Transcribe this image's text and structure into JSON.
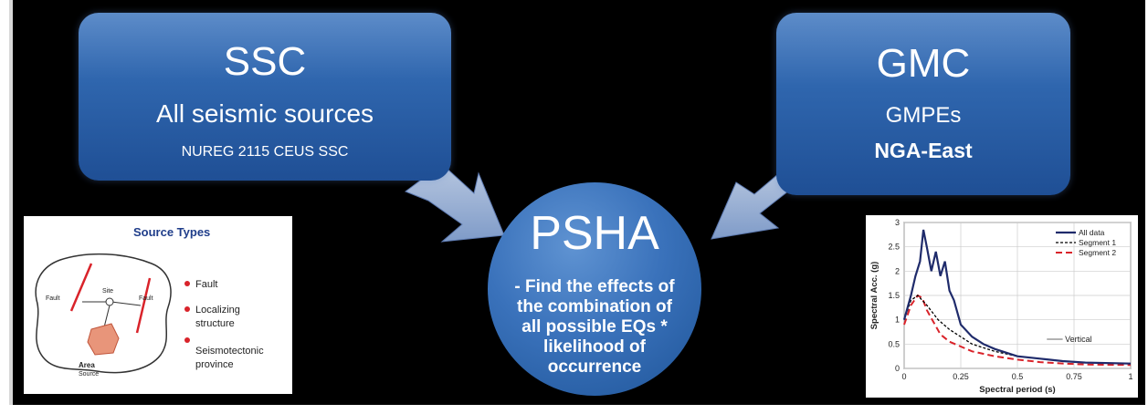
{
  "ssc": {
    "title": "SSC",
    "subtitle": "All seismic sources",
    "note": "NUREG 2115 CEUS SSC"
  },
  "gmc": {
    "title": "GMC",
    "subtitle": "GMPEs",
    "note": "NGA-East"
  },
  "psha": {
    "title": "PSHA",
    "lines": [
      "- Find the effects of",
      "the combination of",
      "all possible EQs *",
      "likelihood of",
      "occurrence"
    ]
  },
  "source_types": {
    "title": "Source Types",
    "labels": {
      "fault_left": "Fault",
      "fault_right": "Fault",
      "site": "Site",
      "area": "Area",
      "source": "Source"
    },
    "legend": [
      "Fault",
      "Localizing",
      "structure",
      "Seismotectonic",
      "province"
    ]
  },
  "colors": {
    "accent_red": "#d9232a",
    "box_blue": "#2f66ae"
  },
  "chart_data": {
    "type": "line",
    "xlabel": "Spectral period (s)",
    "ylabel": "Spectral Acc. (g)",
    "xlim": [
      0,
      1
    ],
    "ylim": [
      0,
      3
    ],
    "xticks": [
      "0",
      "0.25",
      "0.5",
      "0.75",
      "1"
    ],
    "yticks": [
      "0",
      "0.5",
      "1",
      "1.5",
      "2",
      "2.5",
      "3"
    ],
    "annotation": "Vertical",
    "grid": true,
    "legend_position": "top-right",
    "series": [
      {
        "name": "All data",
        "color": "#1f2b6b",
        "x": [
          0,
          0.03,
          0.05,
          0.07,
          0.085,
          0.1,
          0.12,
          0.14,
          0.16,
          0.18,
          0.2,
          0.22,
          0.25,
          0.3,
          0.35,
          0.4,
          0.5,
          0.6,
          0.7,
          0.8,
          1.0
        ],
        "y": [
          1.0,
          1.5,
          1.9,
          2.2,
          2.85,
          2.5,
          2.0,
          2.4,
          1.9,
          2.2,
          1.6,
          1.4,
          0.9,
          0.65,
          0.5,
          0.4,
          0.25,
          0.2,
          0.15,
          0.12,
          0.1
        ]
      },
      {
        "name": "Segment 1",
        "color": "#000000",
        "x": [
          0,
          0.03,
          0.06,
          0.1,
          0.15,
          0.2,
          0.3,
          0.4,
          0.5,
          0.6,
          0.7,
          0.8,
          1.0
        ],
        "y": [
          1.0,
          1.4,
          1.5,
          1.3,
          1.0,
          0.8,
          0.5,
          0.35,
          0.25,
          0.2,
          0.15,
          0.12,
          0.1
        ]
      },
      {
        "name": "Segment 2",
        "color": "#d9232a",
        "x": [
          0,
          0.03,
          0.06,
          0.08,
          0.1,
          0.13,
          0.16,
          0.2,
          0.25,
          0.3,
          0.4,
          0.5,
          0.6,
          0.7,
          0.8,
          1.0
        ],
        "y": [
          0.9,
          1.3,
          1.5,
          1.45,
          1.2,
          0.95,
          0.7,
          0.55,
          0.45,
          0.35,
          0.25,
          0.18,
          0.13,
          0.1,
          0.08,
          0.07
        ]
      }
    ]
  }
}
